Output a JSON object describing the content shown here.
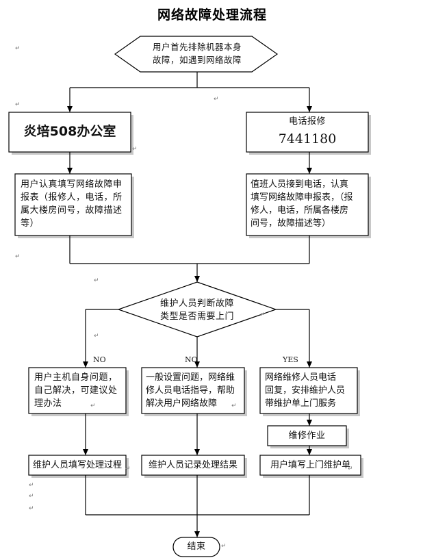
{
  "title": "网络故障处理流程",
  "start": {
    "line1": "用户首先排除机器本身",
    "line2": "故障，如遇到网络故障"
  },
  "left_office": {
    "label": "炎培508办公室"
  },
  "right_phone": {
    "line1": "电话报修",
    "number": "7441180"
  },
  "left_form": {
    "lines": [
      "用户认真填写网络故障申",
      "报表（报修人，电话，所",
      "属大楼房间号，故障描述",
      "等）"
    ]
  },
  "right_form": {
    "lines": [
      "值班人员接到电话，认真",
      "填写网络故障申报表，（报",
      "修人，电话，所属各楼房",
      "间号，故障描述等）"
    ]
  },
  "decision": {
    "line1": "维护人员判断故障",
    "line2": "类型是否需要上门"
  },
  "edge_labels": {
    "no_left": "NO",
    "no_middle": "NO",
    "yes_right": "YES"
  },
  "branch_left": {
    "lines": [
      "用户主机自身问题，",
      "自己解决，可建议处",
      "理办法"
    ]
  },
  "branch_middle": {
    "lines": [
      "一般设置问题，网络维",
      "修人员电话指导，帮助",
      "解决用户网络故障"
    ]
  },
  "branch_right": {
    "lines": [
      "网络维修人员电话",
      "回复，安排维护人员",
      "带维护单上门服务"
    ]
  },
  "repair": {
    "label": "维修作业"
  },
  "record_left": {
    "label": "维护人员填写处理过程"
  },
  "record_middle": {
    "label": "维护人员记录处理结果"
  },
  "record_right": {
    "label": "用户填写上门维护单"
  },
  "end": {
    "label": "结束"
  },
  "para_mark": "↵"
}
